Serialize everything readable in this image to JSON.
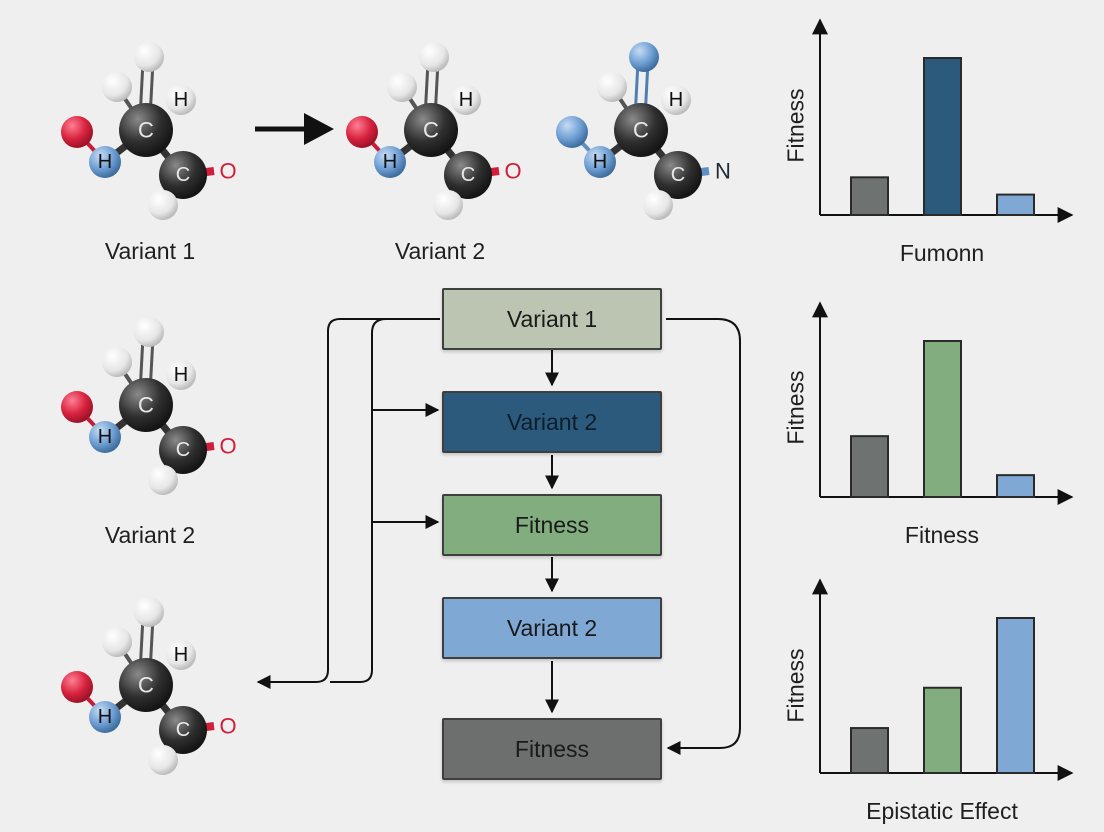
{
  "top_row": {
    "labels": [
      "Variant 1",
      "Variant 2"
    ]
  },
  "left_column": {
    "label": "Variant 2"
  },
  "atoms": {
    "C": "C",
    "H": "H",
    "O": "O",
    "N": "N"
  },
  "flow": {
    "boxes": [
      {
        "label": "Variant 1",
        "color": "#bcc5b2"
      },
      {
        "label": "Variant 2",
        "color": "#2c5a7c"
      },
      {
        "label": "Fitness",
        "color": "#82ad7f"
      },
      {
        "label": "Variant 2",
        "color": "#7fa8d5"
      },
      {
        "label": "Fitness",
        "color": "#6c6f6d"
      }
    ]
  },
  "colors": {
    "carbon": "#2f2f2f",
    "hydrogen": "#f2f2f2",
    "oxygen": "#d8233f",
    "blue_atom": "#6f9fd4",
    "bond_red": "#d11e3a",
    "arrow": "#111111",
    "gray_bar": "#6e7270",
    "dark_blue_bar": "#2c5a7c",
    "green_bar": "#82ad7f",
    "light_blue_bar": "#7fa8d5"
  },
  "chart_data": [
    {
      "type": "bar",
      "ylabel": "Fitness",
      "xlabel": "Fumonn",
      "values": [
        0.24,
        1.0,
        0.13
      ],
      "bar_colors": [
        "#6e7270",
        "#2c5a7c",
        "#7fa8d5"
      ]
    },
    {
      "type": "bar",
      "ylabel": "Fitness",
      "xlabel": "Fitness",
      "values": [
        0.39,
        1.0,
        0.14
      ],
      "bar_colors": [
        "#6e7270",
        "#82ad7f",
        "#7fa8d5"
      ]
    },
    {
      "type": "bar",
      "ylabel": "Fitness",
      "xlabel": "Epistatic Effect",
      "values": [
        0.29,
        0.55,
        1.0
      ],
      "bar_colors": [
        "#6e7270",
        "#82ad7f",
        "#7fa8d5"
      ]
    }
  ]
}
